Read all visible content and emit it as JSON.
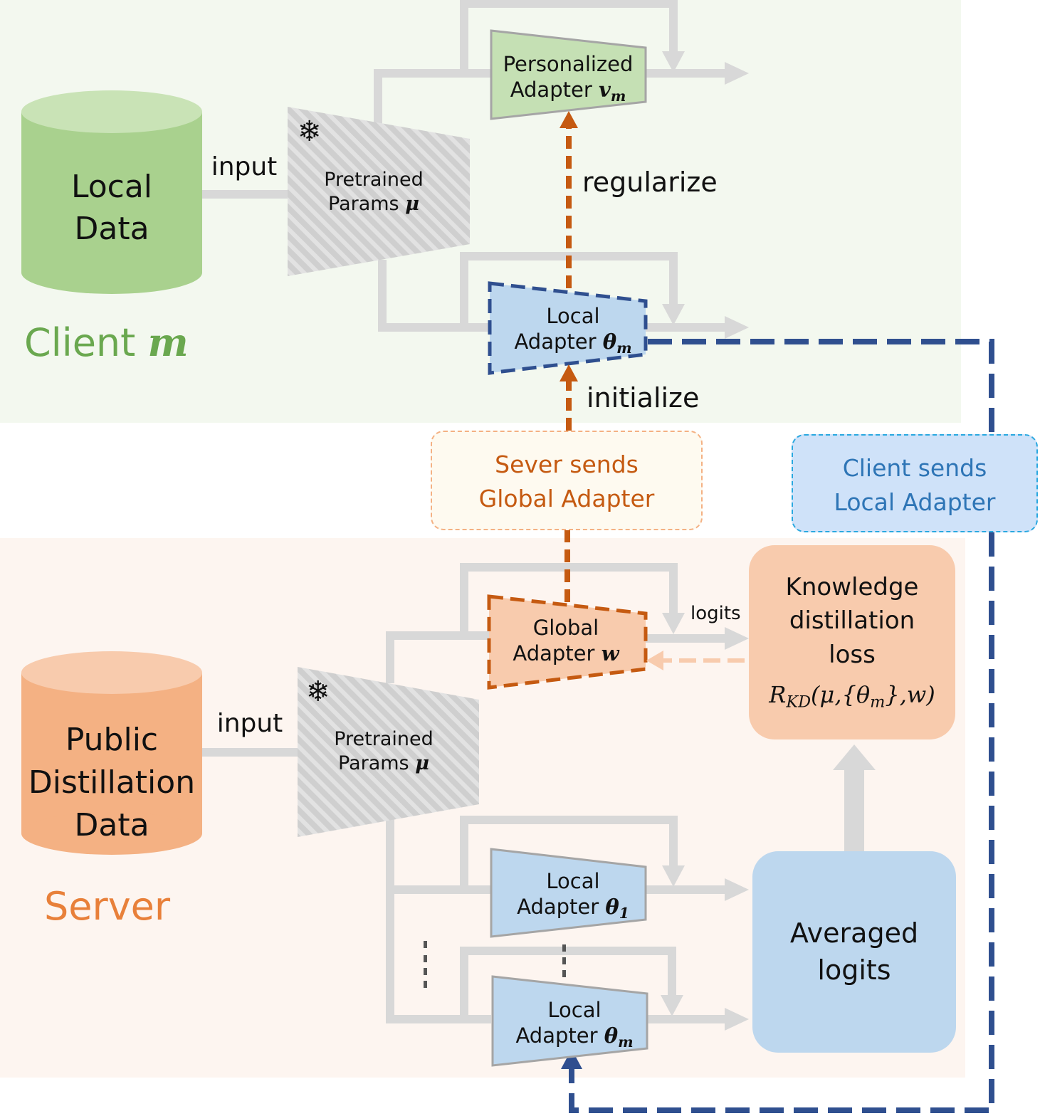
{
  "client": {
    "section_title": "Client",
    "section_symbol": "m",
    "data_store": [
      "Local",
      "Data"
    ],
    "input_label": "input",
    "pretrained": {
      "line1": "Pretrained",
      "line2": "Params",
      "symbol": "μ",
      "freeze_icon": "snowflake-icon"
    },
    "personalized_adapter": {
      "line1": "Personalized",
      "line2": "Adapter",
      "symbol": "v",
      "subscript": "m"
    },
    "local_adapter": {
      "line1": "Local",
      "line2": "Adapter",
      "symbol": "θ",
      "subscript": "m"
    },
    "regularize_label": "regularize",
    "initialize_label": "initialize"
  },
  "server_sends": {
    "line1": "Sever sends",
    "line2": "Global Adapter"
  },
  "client_sends": {
    "line1": "Client sends",
    "line2": "Local Adapter"
  },
  "server": {
    "section_title": "Server",
    "data_store": [
      "Public",
      "Distillation",
      "Data"
    ],
    "input_label": "input",
    "pretrained": {
      "line1": "Pretrained",
      "line2": "Params",
      "symbol": "μ",
      "freeze_icon": "snowflake-icon"
    },
    "global_adapter": {
      "line1": "Global",
      "line2": "Adapter",
      "symbol": "w"
    },
    "logits_label": "logits",
    "kd_loss": {
      "lines": [
        "Knowledge",
        "distillation",
        "loss"
      ],
      "formula_main": "R",
      "formula_sub": "KD",
      "formula_rest_1": "(μ,{θ",
      "formula_rest_sub": "m",
      "formula_rest_2": "},w)"
    },
    "local_adapter_1": {
      "line1": "Local",
      "line2": "Adapter",
      "symbol": "θ",
      "subscript": "1"
    },
    "local_adapter_m": {
      "line1": "Local",
      "line2": "Adapter",
      "symbol": "θ",
      "subscript": "m"
    },
    "averaged_logits": [
      "Averaged",
      "logits"
    ]
  },
  "colors": {
    "client_bg": "#f3f8ef",
    "server_bg": "#fdf5f0",
    "green_title": "#6aa84f",
    "orange_title": "#e8803a",
    "arrow_gray": "#d8d8d8",
    "orange_dash": "#c55a11",
    "blue_dash": "#2f4f8f",
    "adapter_blue": "#bdd7ee",
    "adapter_green": "#c5e0b4",
    "adapter_orange": "#f8cbad",
    "orange_text": "#c55a11",
    "blue_text": "#2e75b6"
  }
}
